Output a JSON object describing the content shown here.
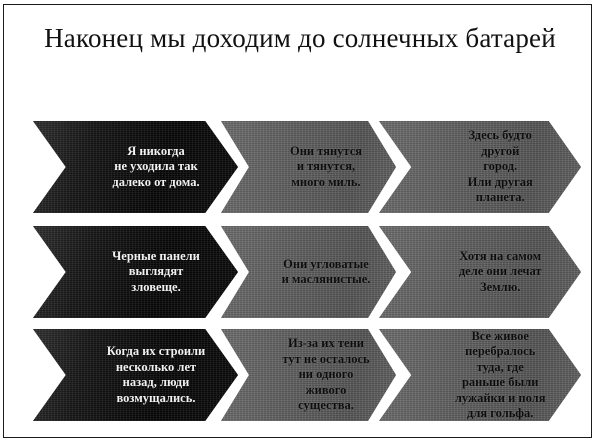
{
  "slide": {
    "title": "Наконец мы доходим до солнечных батарей",
    "border_color": "#1b1b1b",
    "background_color": "#ffffff",
    "dark_fill": "#0e0e0e",
    "gray_fill": "#5b5b5b",
    "dark_text_color": "#f2f2f2",
    "gray_text_color": "#0d0d0d"
  },
  "rows": [
    {
      "chevrons": [
        {
          "style": "dark",
          "text": "Я никогда\nне уходила так\nдалеко от дома."
        },
        {
          "style": "gray",
          "text": "Они тянутся\nи тянутся,\nмного миль."
        },
        {
          "style": "gray",
          "text": "Здесь будто\nдругой\nгород.\nИли другая\nпланета."
        }
      ]
    },
    {
      "chevrons": [
        {
          "style": "dark",
          "text": "Черные панели\nвыглядят\nзловеще."
        },
        {
          "style": "gray",
          "text": "Они угловатые\nи маслянистые."
        },
        {
          "style": "gray",
          "text": "Хотя на самом\nделе они лечат\nЗемлю."
        }
      ]
    },
    {
      "chevrons": [
        {
          "style": "dark",
          "text": "Когда их строили\nнесколько лет\nназад, люди\nвозмущались."
        },
        {
          "style": "gray",
          "text": "Из-за их тени\nтут не осталось\nни одного\nживого\nсущества."
        },
        {
          "style": "gray",
          "text": "Все живое\nперебралось\nтуда, где\nраньше были\nлужайки и поля\nдля гольфа."
        }
      ]
    }
  ]
}
